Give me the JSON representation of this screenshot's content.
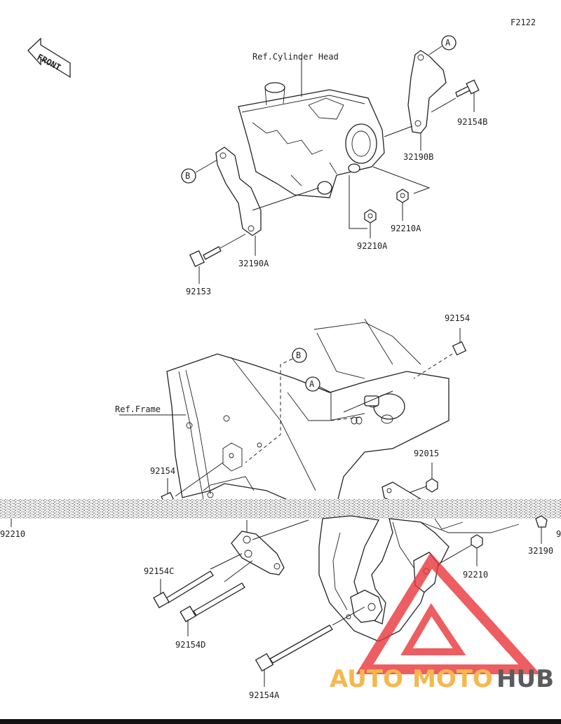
{
  "diagram_code": "F2122",
  "front_label": "FRONT",
  "callouts": {
    "ref_cylinder_head": "Ref.Cylinder Head",
    "ref_frame": "Ref.Frame",
    "a": "A",
    "b": "B"
  },
  "parts": {
    "p92154B": "92154B",
    "p32190B": "32190B",
    "p92210A_1": "92210A",
    "p92210A_2": "92210A",
    "p32190A": "32190A",
    "p92153": "92153",
    "p92154_top": "92154",
    "p92154_left": "92154",
    "p92015": "92015",
    "p92210_left": "92210",
    "p92210_right": "92210",
    "p32190": "32190",
    "p92154C": "92154C",
    "p92154D": "92154D",
    "p92154A": "92154A",
    "p_cut": "9"
  },
  "watermark": {
    "auto": "AUTO",
    "moto": "MOTO",
    "hub": "HUB",
    "color_orange": "#f5a623",
    "color_red": "#e8373a",
    "color_dark": "#333333"
  }
}
